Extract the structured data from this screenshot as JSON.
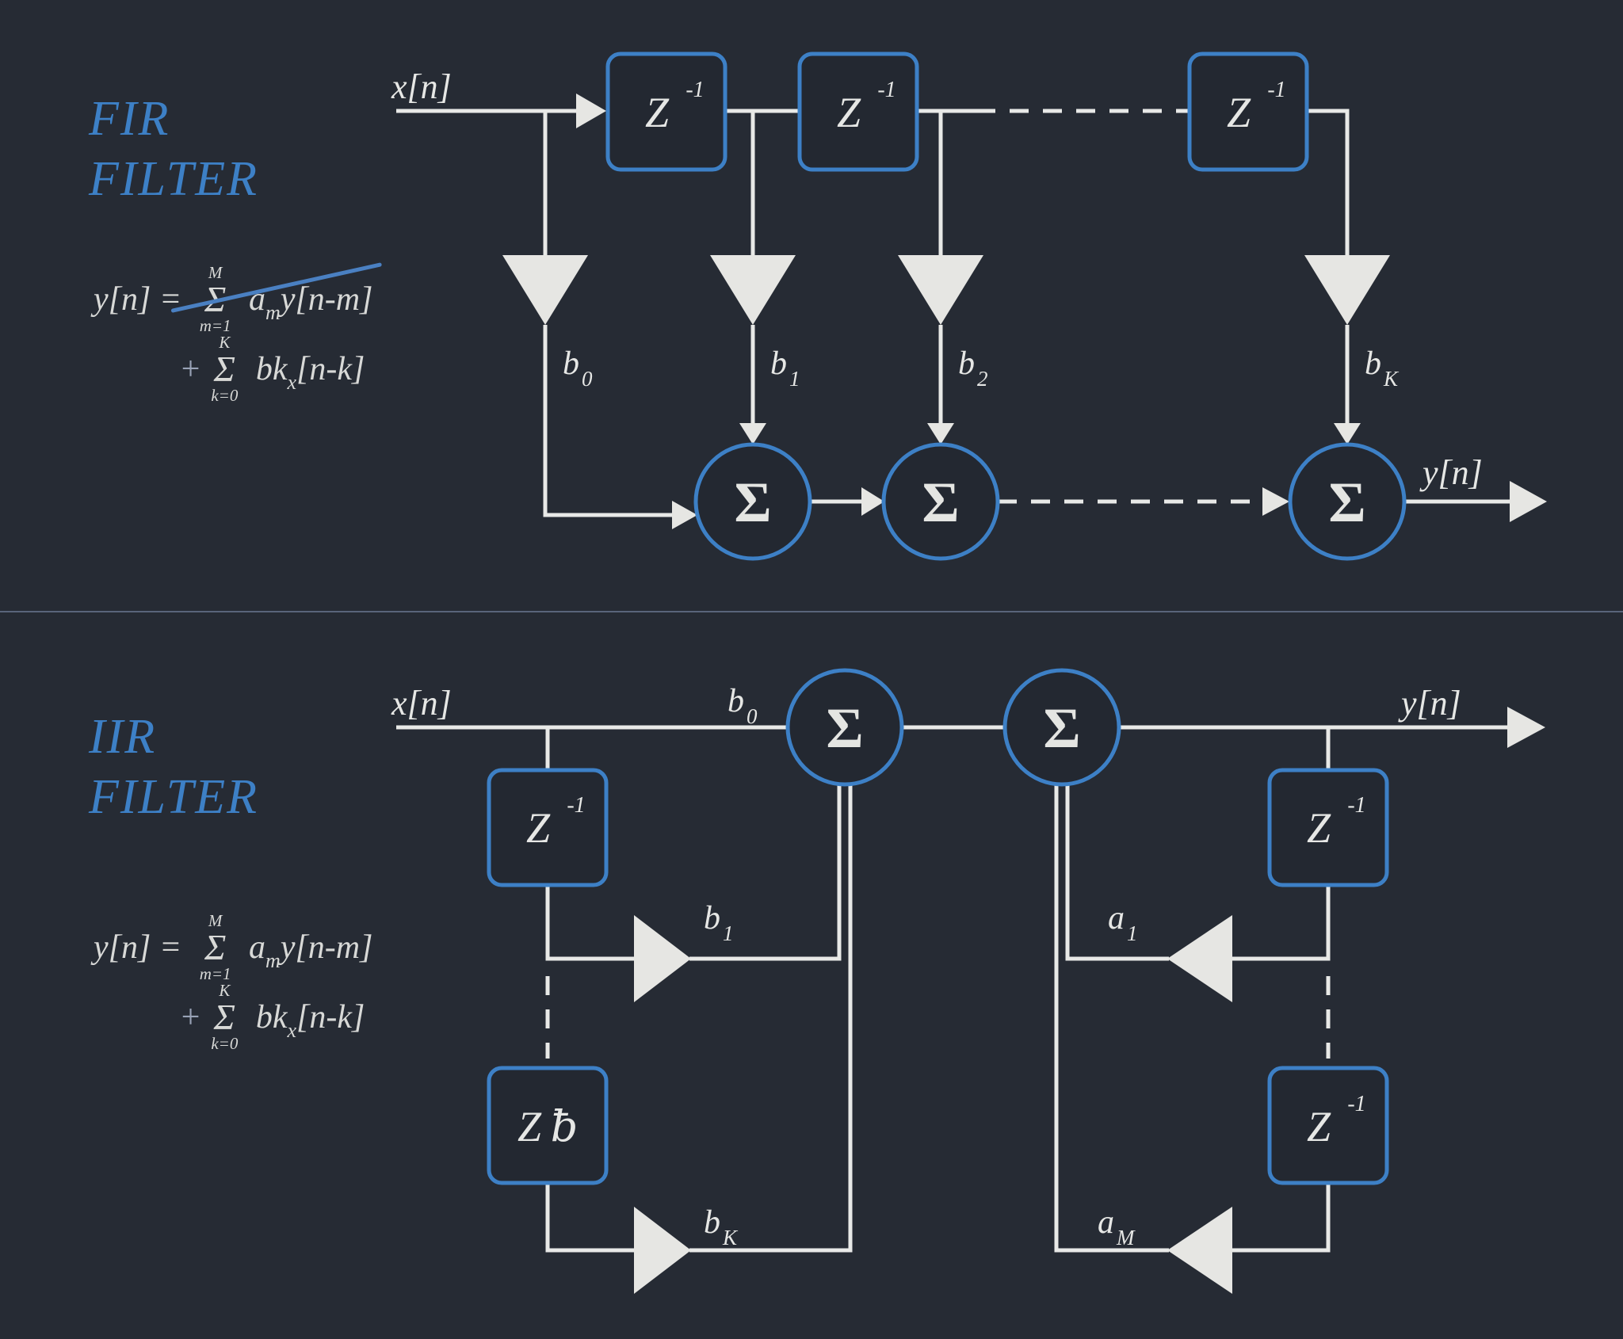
{
  "colors": {
    "background": "#262b34",
    "accent_blue": "#3d80c6",
    "wire": "#e8e9e7",
    "formula_text": "#d8d9d7",
    "divider": "#59647a"
  },
  "fir": {
    "title_line1": "FIR",
    "title_line2": "FILTER",
    "formula": {
      "lhs": "y[n] = ",
      "sum1_top": "M",
      "sum1_sym": "Σ",
      "sum1_bot": "m=1",
      "t1a": " a",
      "t1a_sub": "m",
      "t1b": "y[n-m]",
      "plus": "+ ",
      "sum2_top": "K",
      "sum2_sym": "Σ",
      "sum2_bot": "k=0",
      "t2a": " bk",
      "t2a_sub": "x",
      "t2b": "[n-k]"
    },
    "input_label": "x[n]",
    "output_label": "y[n]",
    "delay": {
      "base": "Z",
      "sup": "-1"
    },
    "sum_symbol": "Σ",
    "coeffs": {
      "b0": {
        "base": "b",
        "sub": "0"
      },
      "b1": {
        "base": "b",
        "sub": "1"
      },
      "b2": {
        "base": "b",
        "sub": "2"
      },
      "bK": {
        "base": "b",
        "sub": "K"
      }
    }
  },
  "iir": {
    "title_line1": "IIR",
    "title_line2": "FILTER",
    "formula": {
      "lhs": "y[n] = ",
      "sum1_top": "M",
      "sum1_sym": "Σ",
      "sum1_bot": "m=1",
      "t1a": " a",
      "t1a_sub": "m",
      "t1b": "y[n-m]",
      "plus": "+ ",
      "sum2_top": "K",
      "sum2_sym": "Σ",
      "sum2_bot": "k=0",
      "t2a": " bk",
      "t2a_sub": "x",
      "t2b": "[n-k]"
    },
    "input_label": "x[n]",
    "output_label": "y[n]",
    "delay": {
      "base": "Z",
      "sup": "-1"
    },
    "zb": {
      "base": "Z",
      "struck": "ƀ"
    },
    "sum_symbol": "Σ",
    "coeffs": {
      "b0": {
        "base": "b",
        "sub": "0"
      },
      "b1": {
        "base": "b",
        "sub": "1"
      },
      "bK": {
        "base": "b",
        "sub": "K"
      },
      "a1": {
        "base": "a",
        "sub": "1"
      },
      "aM": {
        "base": "a",
        "sub": "M"
      }
    }
  }
}
